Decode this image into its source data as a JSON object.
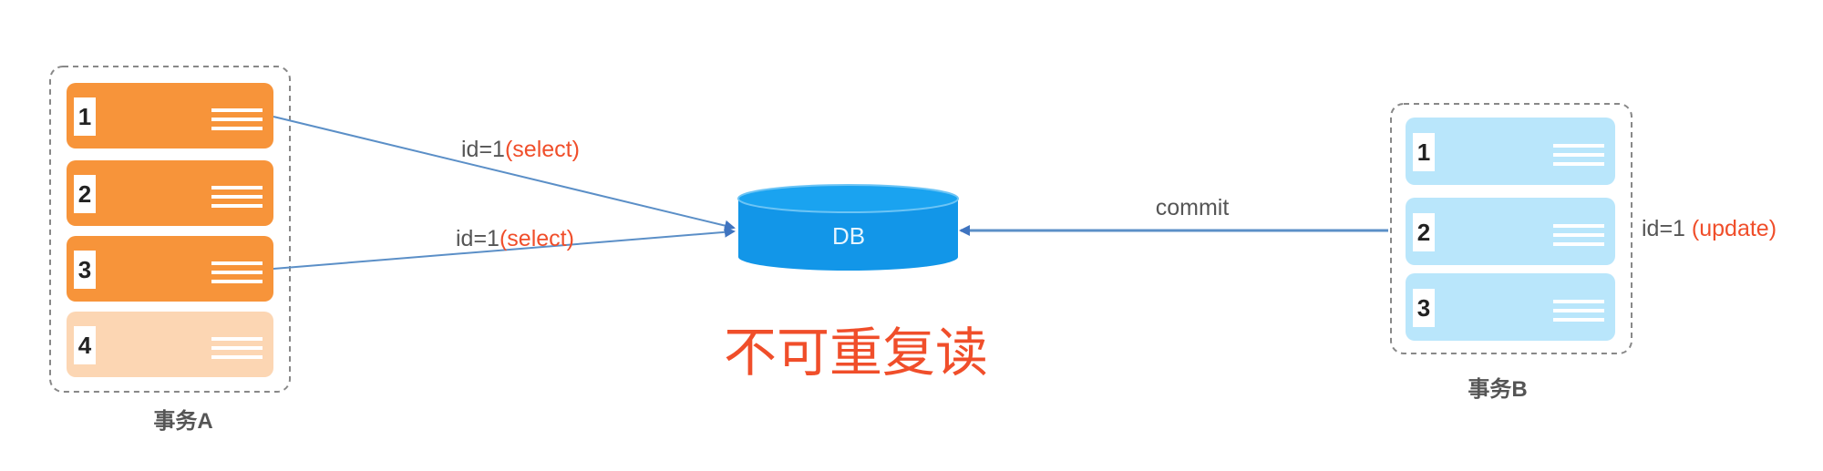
{
  "title": "不可重复读",
  "transaction_a": {
    "label": "事务A",
    "rows": [
      "1",
      "2",
      "3",
      "4"
    ],
    "row_color": "#f7943a",
    "faded_row_color": "#fcd6b3"
  },
  "transaction_b": {
    "label": "事务B",
    "rows": [
      "1",
      "2",
      "3"
    ],
    "row_color": "#b9e6fb",
    "side_label_prefix": "id=1 ",
    "side_label_op": "(update)"
  },
  "db": {
    "label": "DB",
    "color": "#1296e8"
  },
  "edges": {
    "select1_prefix": "id=1",
    "select1_op": "(select)",
    "select2_prefix": "id=1",
    "select2_op": "(select)",
    "commit": "commit"
  },
  "colors": {
    "accent_red": "#f04e2a",
    "line": "#5b8fc7",
    "text": "#555555"
  }
}
